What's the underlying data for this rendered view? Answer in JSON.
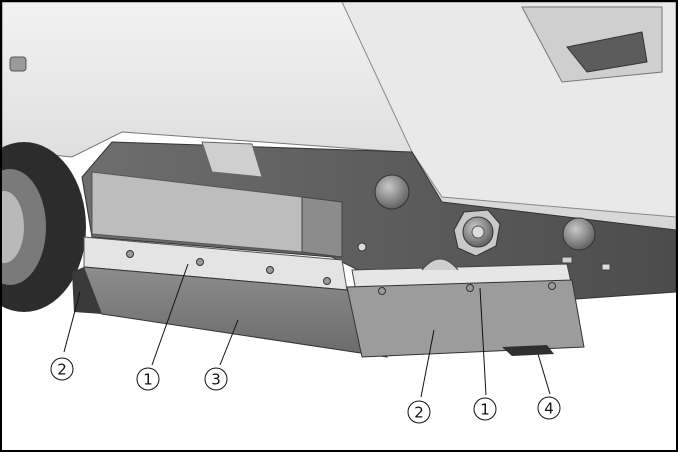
{
  "figure": {
    "callouts": [
      {
        "id": "c-left-2",
        "label": "2"
      },
      {
        "id": "c-left-1",
        "label": "1"
      },
      {
        "id": "c-mid-3",
        "label": "3"
      },
      {
        "id": "c-right-2",
        "label": "2"
      },
      {
        "id": "c-right-1",
        "label": "1"
      },
      {
        "id": "c-right-4",
        "label": "4"
      }
    ],
    "colors": {
      "background": "#ffffff",
      "deck_light": "#e6e6e6",
      "panel_mid": "#9a9a9a",
      "shadow_dark": "#4a4a4a",
      "tire": "#2c2c2c"
    }
  }
}
